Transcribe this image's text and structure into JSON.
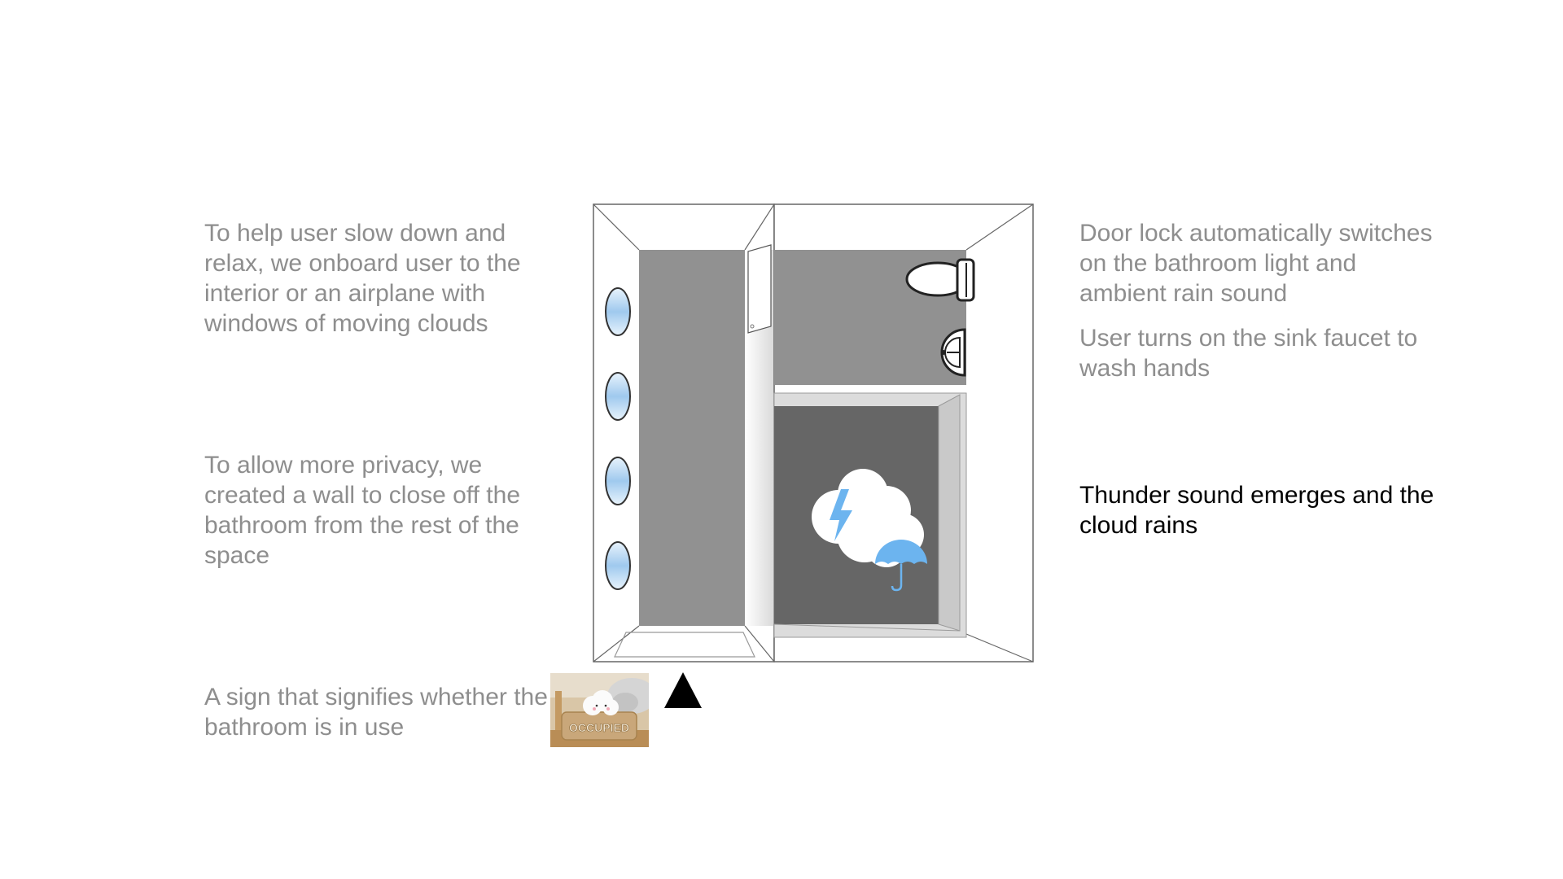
{
  "annotations": {
    "left": [
      {
        "id": "onboard",
        "text": "To help user slow down and relax, we onboard user to the interior or an airplane with windows of moving clouds"
      },
      {
        "id": "privacy",
        "text": "To allow more privacy, we created a wall to close off the bathroom from the rest of the space"
      },
      {
        "id": "sign",
        "text": "A sign that signifies whether the bathroom is in use"
      }
    ],
    "right": [
      {
        "id": "door-lock",
        "text": "Door lock automatically switches on the bathroom light and ambient rain sound"
      },
      {
        "id": "sink",
        "text": "User turns on the sink faucet to wash hands"
      },
      {
        "id": "thunder",
        "text": "Thunder sound emerges and the cloud rains"
      }
    ]
  },
  "sign_photo": {
    "label": "OCCUPIED"
  },
  "colors": {
    "text_muted": "#8e8e8e",
    "text_active": "#000000",
    "floor_dark": "#919191",
    "shower_floor": "#666666",
    "sky_blue": "#6cb4ef",
    "wood": "#c9a77a"
  },
  "icons": {
    "windows": "cloud-window-icon",
    "cloud": "rain-cloud-icon",
    "bolt": "lightning-icon",
    "umbrella": "umbrella-icon",
    "toilet": "toilet-icon",
    "sink": "sink-icon",
    "arrow": "entrance-arrow-icon"
  }
}
